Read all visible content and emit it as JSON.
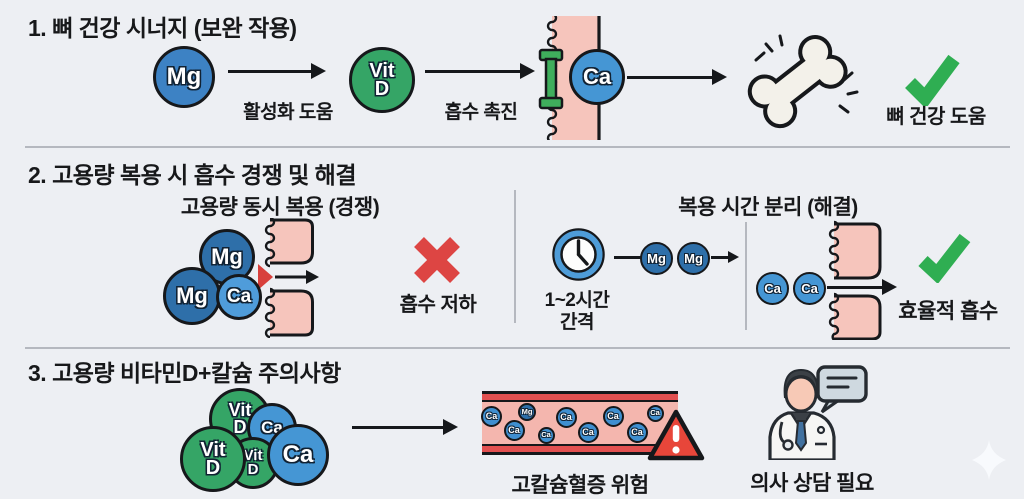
{
  "colors": {
    "background": "#edeff3",
    "mg_blue": "#3d82c4",
    "mg_dark_blue": "#2e6fa9",
    "ca_blue": "#4596d4",
    "ca_light_blue": "#4f9cda",
    "vitd_green": "#35a566",
    "transporter_green": "#3fae5c",
    "check_green": "#2fae52",
    "x_red": "#dd4543",
    "membrane_pink": "#f6c5bc",
    "vessel_red": "#e25050",
    "vessel_pink": "#f4b6ae",
    "warning_red": "#e8463a"
  },
  "section1": {
    "title": "1. 뼈 건강 시너지 (보완 작용)",
    "mg_token": "Mg",
    "arrow1_label": "활성화 도움",
    "vitd_token_line1": "Vit",
    "vitd_token_line2": "D",
    "arrow2_label": "흡수 촉진",
    "ca_token": "Ca",
    "check_label": "뼈 건강 도움"
  },
  "section2": {
    "title": "2. 고용량 복용 시 흡수 경쟁 및 해결",
    "competition": {
      "heading": "고용량 동시 복용 (경쟁)",
      "mg_token_1": "Mg",
      "mg_token_2": "Mg",
      "ca_token": "Ca",
      "x_label": "흡수 저하"
    },
    "solution": {
      "heading": "복용 시간 분리 (해결)",
      "clock_label_line1": "1~2시간",
      "clock_label_line2": "간격",
      "mg_token_1": "Mg",
      "mg_token_2": "Mg",
      "ca_token_1": "Ca",
      "ca_token_2": "Ca",
      "check_label": "효율적 흡수"
    }
  },
  "section3": {
    "title": "3. 고용량 비타민D+칼슘 주의사항",
    "cluster": {
      "vitd_top_line1": "Vit",
      "vitd_top_line2": "D",
      "ca_top": "Ca",
      "vitd_left_line1": "Vit",
      "vitd_left_line2": "D",
      "vitd_mid_line1": "Vit",
      "vitd_mid_line2": "D",
      "ca_right": "Ca"
    },
    "vessel": {
      "particles": [
        "Ca",
        "Mg",
        "Ca",
        "Ca",
        "Ca",
        "Ca",
        "Ca",
        "Ca",
        "Ca"
      ],
      "label": "고칼슘혈증 위험"
    },
    "doctor_label": "의사 상담 필요"
  }
}
